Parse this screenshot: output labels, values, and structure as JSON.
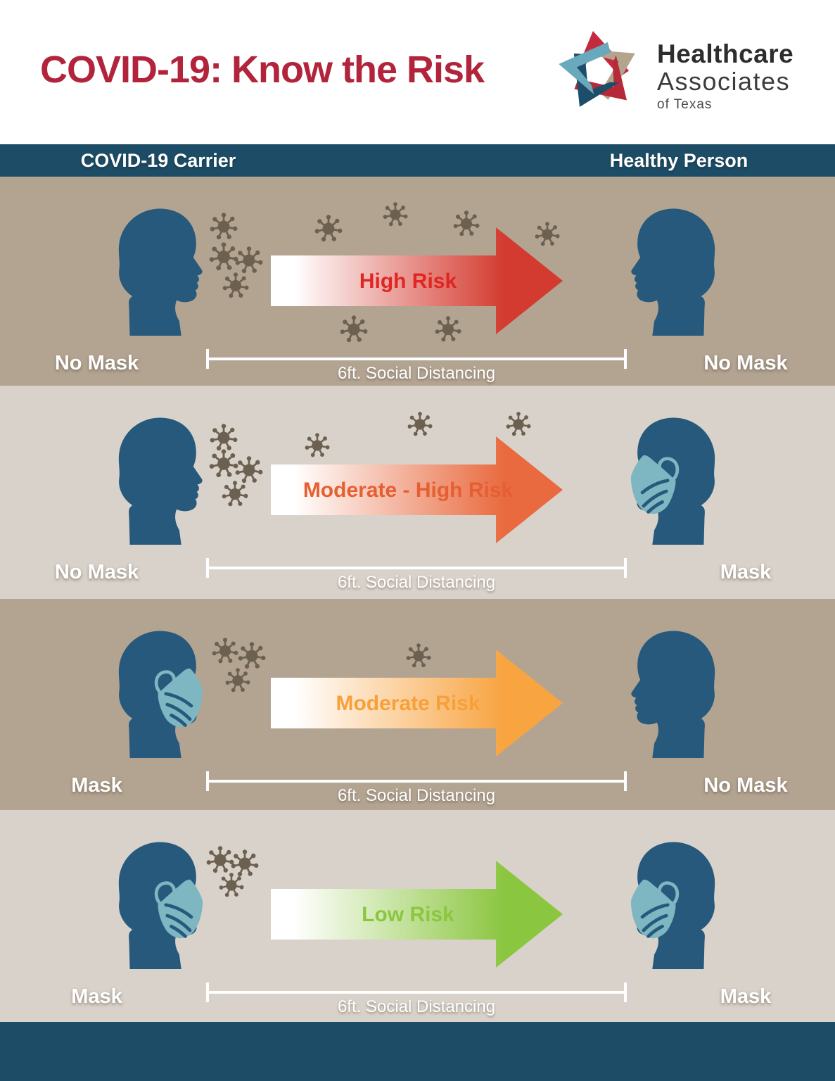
{
  "header": {
    "title": "COVID-19: Know the Risk",
    "title_color": "#b2243c",
    "logo": {
      "line1": "Healthcare",
      "line2": "Associates",
      "line3": "of Texas",
      "star_colors": [
        "#c32a40",
        "#b4a48e",
        "#b52939",
        "#1d4d68",
        "#68a9bb"
      ]
    }
  },
  "columns": {
    "left": "COVID-19 Carrier",
    "right": "Healthy Person",
    "bar_color": "#1d4c66"
  },
  "colors": {
    "row_tan": "#b3a492",
    "row_light": "#d9d2ca",
    "head_blue": "#27597c",
    "mask_blue": "#7eb6c2",
    "virus_brown": "#6c6050",
    "label_white": "#ffffff"
  },
  "rows": [
    {
      "risk_label": "High Risk",
      "risk_color": "#e02623",
      "arrow_color": "#d43b30",
      "bg": "tan",
      "left_label": "No Mask",
      "right_label": "No Mask",
      "left_masked": false,
      "right_masked": false,
      "distance_label": "6ft. Social Distancing",
      "particles": [
        [
          318,
          71,
          1
        ],
        [
          318,
          114,
          1.05
        ],
        [
          354,
          119,
          1
        ],
        [
          335,
          155,
          0.95
        ],
        [
          467,
          74,
          1
        ],
        [
          562,
          54,
          0.9
        ],
        [
          663,
          67,
          0.95
        ],
        [
          778,
          82,
          0.9
        ],
        [
          503,
          217,
          1
        ],
        [
          637,
          217,
          0.95
        ]
      ]
    },
    {
      "risk_label": "Moderate - High Risk",
      "risk_color": "#e55f33",
      "arrow_color": "#e96a3f",
      "bg": "light",
      "left_label": "No Mask",
      "right_label": "Mask",
      "left_masked": false,
      "right_masked": true,
      "distance_label": "6ft. Social Distancing",
      "particles": [
        [
          318,
          74,
          1
        ],
        [
          318,
          111,
          1.05
        ],
        [
          354,
          120,
          1
        ],
        [
          334,
          154,
          0.95
        ],
        [
          451,
          85,
          0.9
        ],
        [
          597,
          55,
          0.9
        ],
        [
          737,
          55,
          0.9
        ]
      ]
    },
    {
      "risk_label": "Moderate Risk",
      "risk_color": "#f7a03a",
      "arrow_color": "#f8a441",
      "bg": "tan",
      "left_label": "Mask",
      "right_label": "No Mask",
      "left_masked": true,
      "right_masked": false,
      "distance_label": "6ft. Social Distancing",
      "particles": [
        [
          320,
          74,
          0.95
        ],
        [
          358,
          81,
          1
        ],
        [
          338,
          116,
          0.9
        ],
        [
          595,
          81,
          0.9
        ]
      ]
    },
    {
      "risk_label": "Low Risk",
      "risk_color": "#8cc640",
      "arrow_color": "#8bc640",
      "bg": "light",
      "left_label": "Mask",
      "right_label": "Mask",
      "left_masked": true,
      "right_masked": true,
      "distance_label": "6ft. Social Distancing",
      "particles": [
        [
          313,
          71,
          1
        ],
        [
          348,
          76,
          1
        ],
        [
          329,
          107,
          0.9
        ]
      ]
    }
  ]
}
